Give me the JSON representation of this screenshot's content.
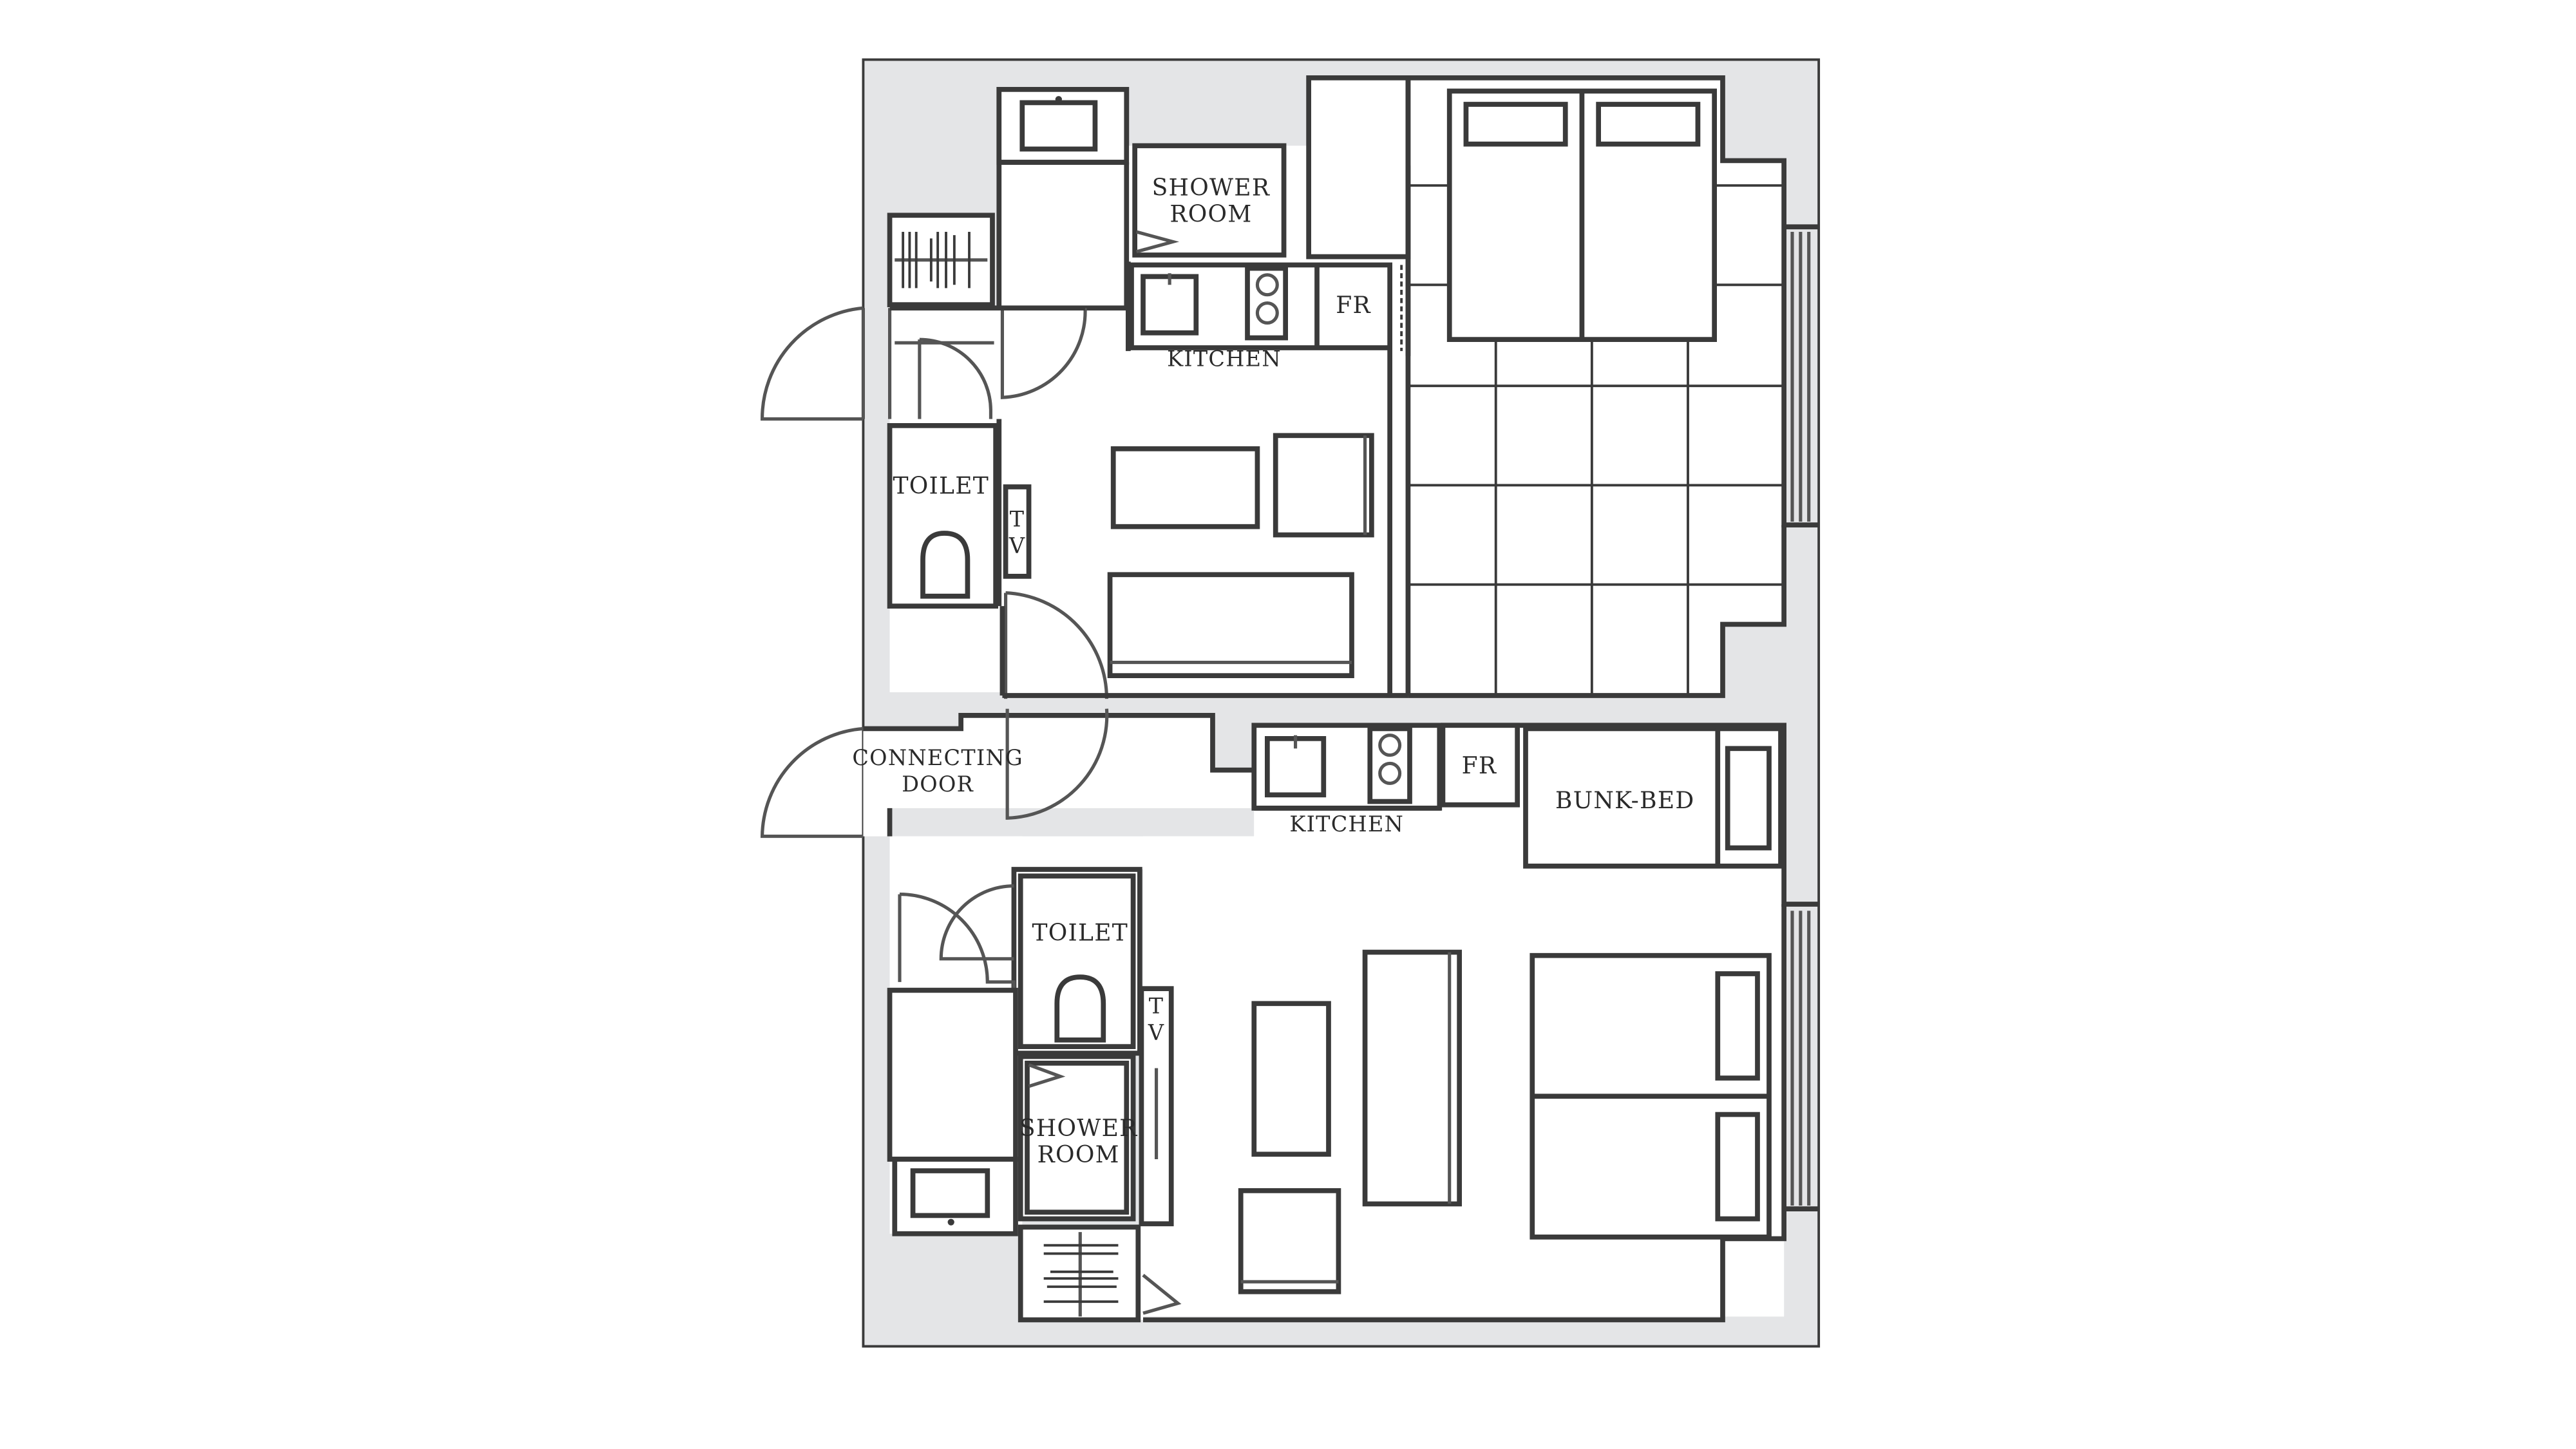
{
  "floor_plan": {
    "colors": {
      "wall_fill": "#e4e5e7",
      "line": "#3a3a3a",
      "background": "#ffffff"
    },
    "upper_unit": {
      "shower_room": [
        "SHOWER",
        "ROOM"
      ],
      "kitchen": "KITCHEN",
      "fridge": "FR",
      "toilet": "TOILET",
      "tv": [
        "T",
        "V"
      ]
    },
    "connecting_door": [
      "CONNECTING",
      "DOOR"
    ],
    "lower_unit": {
      "kitchen": "KITCHEN",
      "fridge": "FR",
      "bunk_bed": "BUNK-BED",
      "toilet": "TOILET",
      "shower_room": [
        "SHOWER",
        "ROOM"
      ],
      "tv": [
        "T",
        "V"
      ]
    }
  }
}
